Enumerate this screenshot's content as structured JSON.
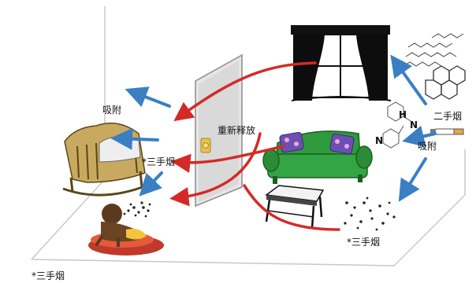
{
  "labels": {
    "adsorption_top": "吸附",
    "re_emission": "重新释放",
    "thirdhand_left": "*三手烟",
    "secondhand": "二手烟",
    "adsorption_right": "吸附",
    "thirdhand_right": "*三手烟",
    "thirdhand_footer": "*三手烟"
  },
  "molecule_letters": {
    "h": "H",
    "n1": "N",
    "n2": "N"
  },
  "colors": {
    "red_arrow": "#d42a27",
    "blue_arrow": "#3a7fc3",
    "sofa": "#2f9a3c",
    "cradle": "#b08f4a",
    "floor_line": "#bfbfbf"
  }
}
